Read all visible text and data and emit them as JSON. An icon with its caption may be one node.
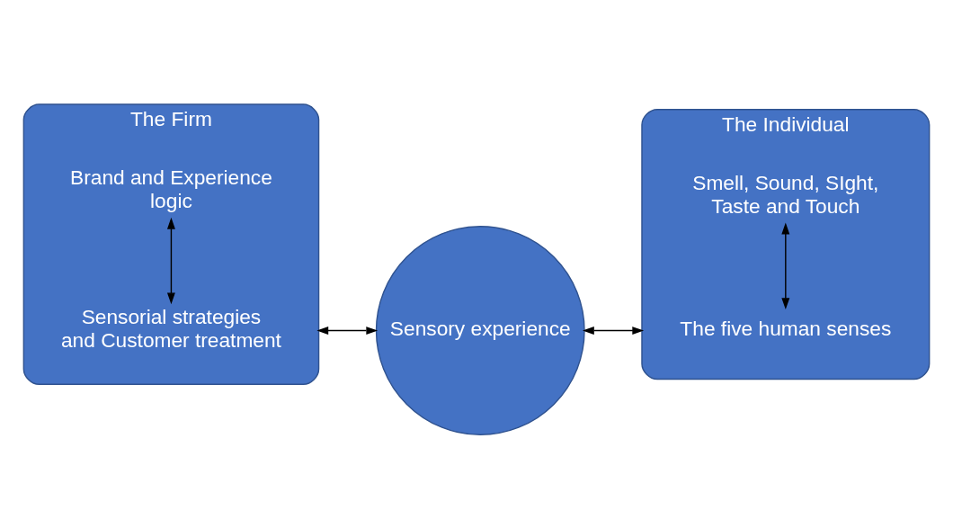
{
  "diagram": {
    "nodes": [
      {
        "text": [
          "The Firm"
        ]
      },
      {
        "text": [
          "Sensorial strategies and Customer treatment"
        ],
        "in": 0
      },
      {
        "text": [
          "Brand and Experience logic"
        ],
        "in": 0
      },
      {
        "text": [
          "Sensory experience"
        ]
      },
      {
        "text": [
          "The Individual"
        ]
      },
      {
        "text": [
          "The five human senses"
        ],
        "in": 4
      },
      {
        "text": [
          "Smell, Sound, SIght, Taste and Touch"
        ],
        "in": 4
      }
    ],
    "edges": [
      {
        "from": 1,
        "to": 2,
        "arrow": "both"
      },
      {
        "from": 0,
        "to": 3,
        "arrow": "both"
      },
      {
        "from": 3,
        "to": 4,
        "arrow": "both"
      },
      {
        "from": 5,
        "to": 6,
        "arrow": "both"
      }
    ]
  }
}
